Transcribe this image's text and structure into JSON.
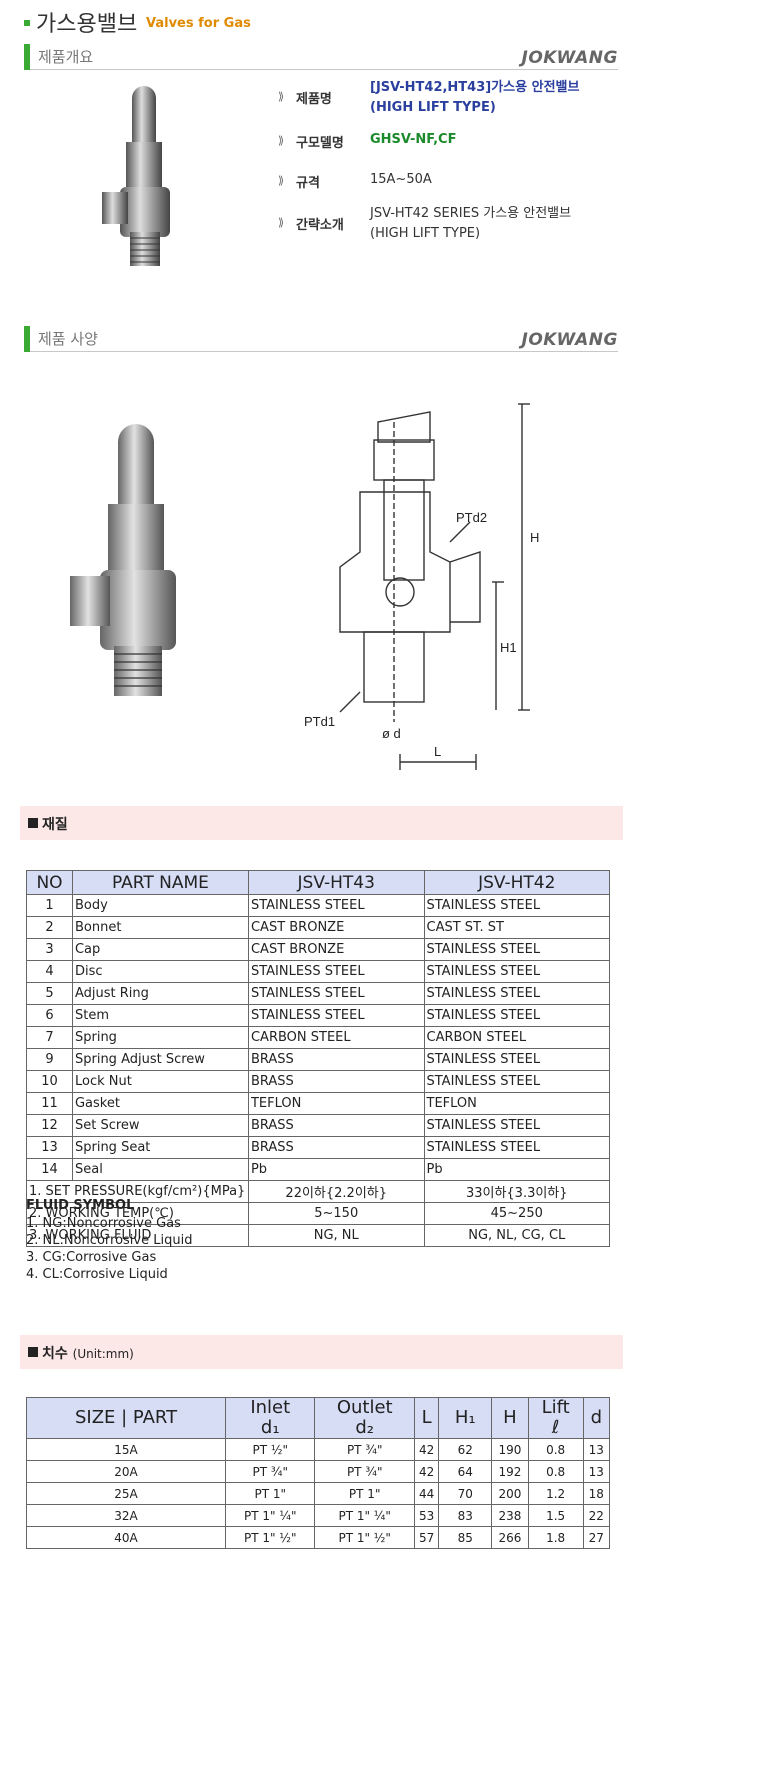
{
  "header": {
    "title_ko": "가스용밸브",
    "title_en": "Valves for Gas"
  },
  "overview": {
    "section_label": "제품개요",
    "brand": "JOKWANG",
    "rows": [
      {
        "key": "제품명",
        "value": "[JSV-HT42,HT43]가스용 안전밸브 (HIGH LIFT TYPE)",
        "color": "#2a3f9e"
      },
      {
        "key": "구모델명",
        "value": "GHSV-NF,CF",
        "color": "#1a8a2a"
      },
      {
        "key": "규격",
        "value": "15A~50A",
        "color": "#333333"
      },
      {
        "key": "간략소개",
        "value": "JSV-HT42 SERIES 가스용 안전밸브 (HIGH LIFT TYPE)",
        "color": "#333333"
      }
    ]
  },
  "spec": {
    "section_label": "제품 사양",
    "brand": "JOKWANG",
    "drawing_labels": {
      "ptd2": "PTd2",
      "ptd1": "PTd1",
      "phi_d": "ø d",
      "h": "H",
      "h1": "H1",
      "l": "L"
    }
  },
  "material": {
    "band_label": "재질",
    "headers": [
      "NO",
      "PART NAME",
      "JSV-HT43",
      "JSV-HT42"
    ],
    "rows": [
      [
        "1",
        "Body",
        "STAINLESS STEEL",
        "STAINLESS STEEL"
      ],
      [
        "2",
        "Bonnet",
        "CAST BRONZE",
        "CAST ST. ST"
      ],
      [
        "3",
        "Cap",
        "CAST BRONZE",
        "STAINLESS STEEL"
      ],
      [
        "4",
        "Disc",
        "STAINLESS STEEL",
        "STAINLESS STEEL"
      ],
      [
        "5",
        "Adjust Ring",
        "STAINLESS STEEL",
        "STAINLESS STEEL"
      ],
      [
        "6",
        "Stem",
        "STAINLESS STEEL",
        "STAINLESS STEEL"
      ],
      [
        "7",
        "Spring",
        "CARBON STEEL",
        "CARBON STEEL"
      ],
      [
        "9",
        "Spring Adjust Screw",
        "BRASS",
        "STAINLESS STEEL"
      ],
      [
        "10",
        "Lock Nut",
        "BRASS",
        "STAINLESS STEEL"
      ],
      [
        "11",
        "Gasket",
        "TEFLON",
        "TEFLON"
      ],
      [
        "12",
        "Set Screw",
        "BRASS",
        "STAINLESS STEEL"
      ],
      [
        "13",
        "Spring Seat",
        "BRASS",
        "STAINLESS STEEL"
      ],
      [
        "14",
        "Seal",
        "Pb",
        "Pb"
      ]
    ],
    "conditions": [
      [
        "1. SET PRESSURE(kgf/cm²){MPa}",
        "22이하{2.2이하}",
        "33이하{3.3이하}"
      ],
      [
        "2. WORKING TEMP(℃)",
        "5~150",
        "45~250"
      ],
      [
        "3. WORKING FLUID",
        "NG, NL",
        "NG, NL, CG, CL"
      ]
    ]
  },
  "fluid": {
    "title": "FLUID SYMBOL",
    "items": [
      "1. NG:Noncorrosive Gas",
      "2. NL:Noncorrosive Liquid",
      "3. CG:Corrosive Gas",
      "4. CL:Corrosive Liquid"
    ]
  },
  "dimensions": {
    "band_label": "치수",
    "band_unit": "(Unit:mm)",
    "headers": {
      "size": "SIZE | PART",
      "inlet": "Inlet",
      "inlet_sub": "d₁",
      "outlet": "Outlet",
      "outlet_sub": "d₂",
      "l": "L",
      "h1": "H₁",
      "h": "H",
      "lift": "Lift",
      "lift_sub": "ℓ",
      "d": "d"
    },
    "rows": [
      [
        "15A",
        "PT ½\"",
        "PT ¾\"",
        "42",
        "62",
        "190",
        "0.8",
        "13"
      ],
      [
        "20A",
        "PT ¾\"",
        "PT ¾\"",
        "42",
        "64",
        "192",
        "0.8",
        "13"
      ],
      [
        "25A",
        "PT 1\"",
        "PT 1\"",
        "44",
        "70",
        "200",
        "1.2",
        "18"
      ],
      [
        "32A",
        "PT 1\" ¼\"",
        "PT 1\" ¼\"",
        "53",
        "83",
        "238",
        "1.5",
        "22"
      ],
      [
        "40A",
        "PT 1\" ½\"",
        "PT 1\" ½\"",
        "57",
        "85",
        "266",
        "1.8",
        "27"
      ]
    ]
  }
}
